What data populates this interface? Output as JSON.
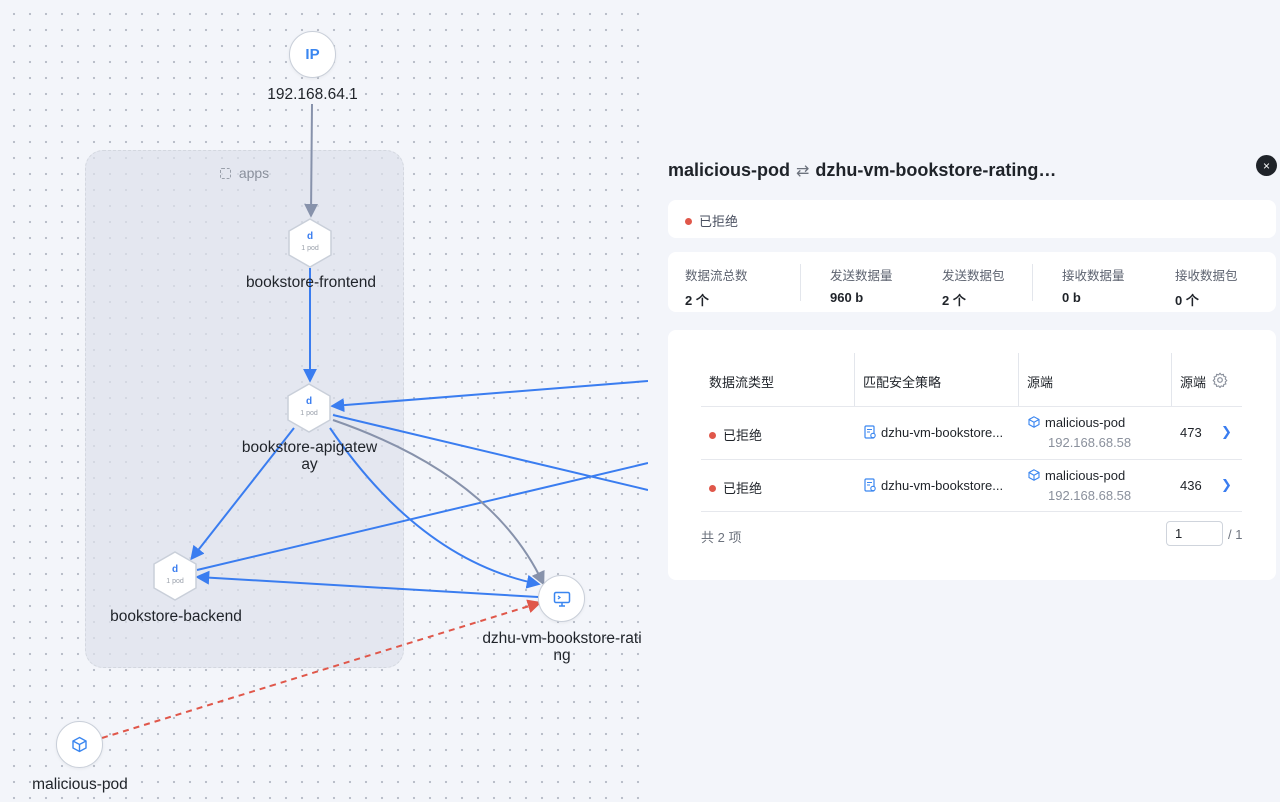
{
  "graph": {
    "group_label": "apps",
    "nodes": {
      "ip": {
        "badge": "IP",
        "label": "192.168.64.1"
      },
      "frontend": {
        "kind": "d",
        "pods": "1 pod",
        "label": "bookstore-frontend"
      },
      "apigateway": {
        "kind": "d",
        "pods": "1 pod",
        "label": "bookstore-apigateway"
      },
      "backend": {
        "kind": "d",
        "pods": "1 pod",
        "label": "bookstore-backend"
      },
      "vm": {
        "label": "dzhu-vm-bookstore-rating"
      },
      "malicious": {
        "label": "malicious-pod"
      }
    },
    "colors": {
      "allowed_edge": "#3a7df0",
      "neutral_edge": "#8792ab",
      "denied_edge": "#e0574a"
    }
  },
  "panel": {
    "source": "malicious-pod",
    "arrow": "⇄",
    "target": "dzhu-vm-bookstore-rating…",
    "close_icon": "×",
    "status": "已拒绝",
    "stats": [
      {
        "label": "数据流总数",
        "value": "2 个"
      },
      {
        "label": "发送数据量",
        "value": "960 b"
      },
      {
        "label": "发送数据包",
        "value": "2 个"
      },
      {
        "label": "接收数据量",
        "value": "0 b"
      },
      {
        "label": "接收数据包",
        "value": "0 个"
      }
    ],
    "table": {
      "headers": [
        "数据流类型",
        "匹配安全策略",
        "源端",
        "源端"
      ],
      "rows": [
        {
          "type": "已拒绝",
          "policy": "dzhu-vm-bookstore...",
          "source_name": "malicious-pod",
          "source_ip": "192.168.68.58",
          "port": "473"
        },
        {
          "type": "已拒绝",
          "policy": "dzhu-vm-bookstore...",
          "source_name": "malicious-pod",
          "source_ip": "192.168.68.58",
          "port": "436"
        }
      ],
      "total": "共 2 项",
      "page": "1",
      "page_total": "/ 1"
    }
  }
}
